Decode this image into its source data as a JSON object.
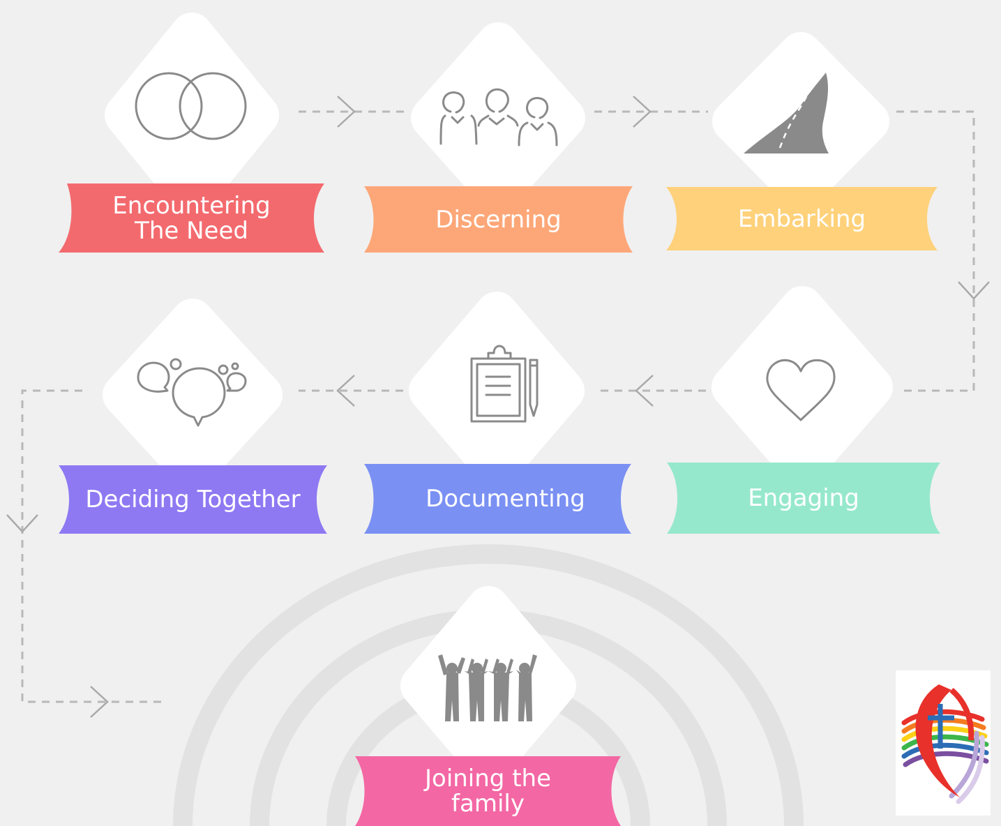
{
  "steps": [
    {
      "id": "encountering",
      "label_lines": [
        "Encountering",
        "The Need"
      ],
      "color": "#f36a6e",
      "icon": "overlapping-circles-icon"
    },
    {
      "id": "discerning",
      "label_lines": [
        "Discerning"
      ],
      "color": "#fda778",
      "icon": "group-people-icon"
    },
    {
      "id": "embarking",
      "label_lines": [
        "Embarking"
      ],
      "color": "#fed17a",
      "icon": "road-icon"
    },
    {
      "id": "engaging",
      "label_lines": [
        "Engaging"
      ],
      "color": "#96e8cd",
      "icon": "heart-icon"
    },
    {
      "id": "documenting",
      "label_lines": [
        "Documenting"
      ],
      "color": "#7a90f3",
      "icon": "clipboard-pencil-icon"
    },
    {
      "id": "deciding-together",
      "label_lines": [
        "Deciding Together"
      ],
      "color": "#8e79f3",
      "icon": "speech-bubbles-icon"
    },
    {
      "id": "joining-the-family",
      "label_lines": [
        "Joining the",
        "family"
      ],
      "color": "#f367a4",
      "icon": "people-celebrating-icon"
    }
  ],
  "colors": {
    "background": "#f0f0f0",
    "diamond": "#ffffff",
    "connector": "#b8b8b8",
    "icon": "#8a8a8a",
    "arc": "#e2e2e2"
  },
  "logo": {
    "name": "church-logo",
    "description_colors": [
      "#e8312a",
      "#f47b20",
      "#fcd116",
      "#3cb54a",
      "#2b6cb5",
      "#7b4fa0"
    ]
  }
}
